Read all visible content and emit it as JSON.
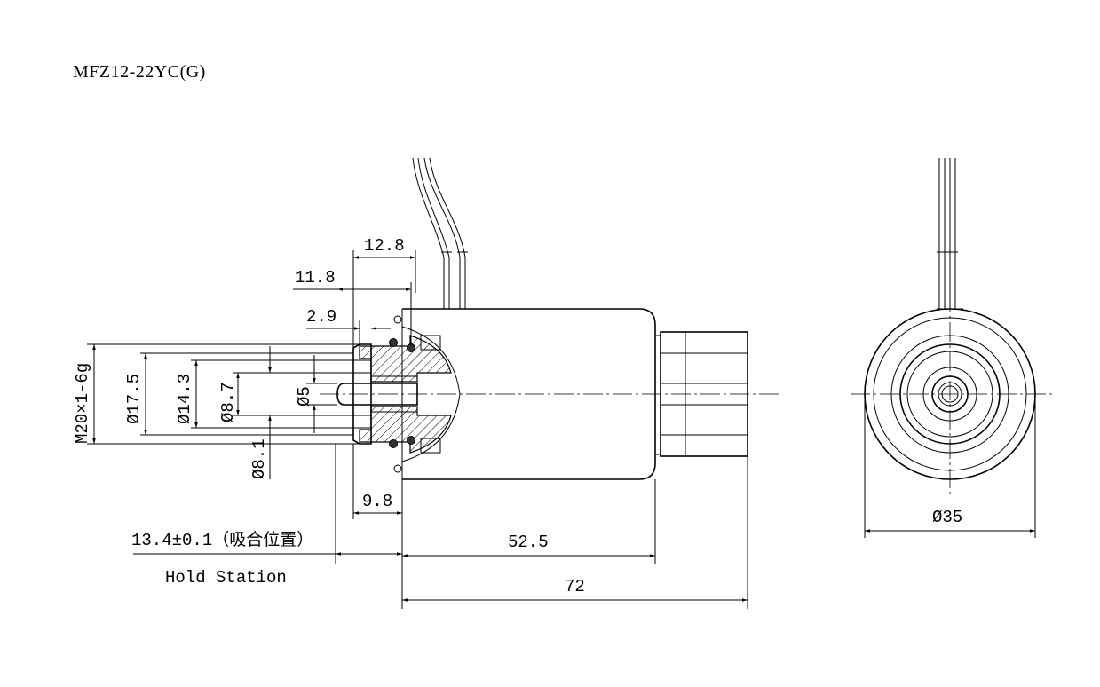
{
  "title": "MFZ12-22YC(G)",
  "dimensions": {
    "d12_8": "12.8",
    "d11_8": "11.8",
    "d2_9": "2.9",
    "thread": "M20×1-6g",
    "dia17_5": "Ø17.5",
    "dia14_3": "Ø14.3",
    "dia8_7": "Ø8.7",
    "dia5": "Ø5",
    "dia8_1": "Ø8.1",
    "d9_8": "9.8",
    "hold": "13.4±0.1（吸合位置）",
    "hold_en": "Hold Station",
    "d52_5": "52.5",
    "d72": "72",
    "dia35": "Ø35"
  }
}
